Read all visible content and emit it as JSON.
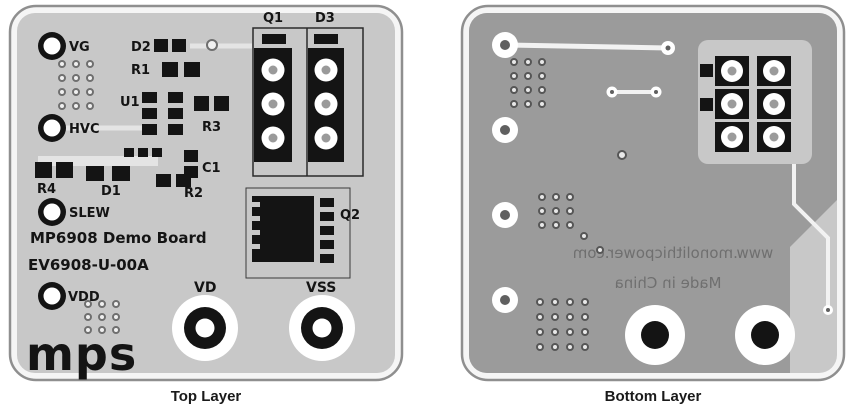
{
  "figure": {
    "top_layer": {
      "caption": "Top Layer",
      "silkscreen": {
        "vg": "VG",
        "hvc": "HVC",
        "slew": "SLEW",
        "vdd": "VDD",
        "d2": "D2",
        "r1": "R1",
        "q1": "Q1",
        "d3": "D3",
        "u1": "U1",
        "r3": "R3",
        "c1": "C1",
        "r4": "R4",
        "d1": "D1",
        "r2": "R2",
        "q2": "Q2",
        "vd": "VD",
        "vss": "VSS",
        "board_name": "MP6908 Demo Board",
        "board_code": "EV6908-U-00A",
        "logo": "mps"
      },
      "colors": {
        "copper_pour": "#c8c8c8",
        "silkscreen": "#141414",
        "pad_black": "#141414",
        "board_edge": "#8f8f8f"
      }
    },
    "bottom_layer": {
      "caption": "Bottom Layer",
      "mirrored_text": {
        "website": "www.monolithicpower.com",
        "origin": "Made in China"
      },
      "colors": {
        "copper_pour": "#9b9b9b",
        "board_base": "#c8c8c8",
        "text_gray": "#6f6f6f"
      }
    }
  }
}
